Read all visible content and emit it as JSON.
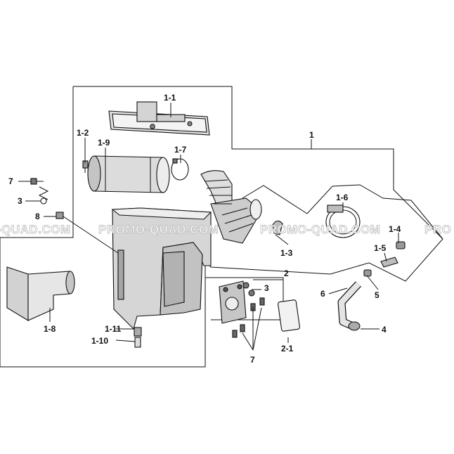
{
  "watermark": {
    "segments": [
      "-QUAD.COM",
      "PROMO-QUAD.COM",
      "PROMO-QUAD.COM",
      "PRO"
    ]
  },
  "labels": {
    "p1": "1",
    "p1_1": "1-1",
    "p1_2": "1-2",
    "p1_3": "1-3",
    "p1_4": "1-4",
    "p1_5": "1-5",
    "p1_6": "1-6",
    "p1_7": "1-7",
    "p1_8": "1-8",
    "p1_9": "1-9",
    "p1_10": "1-10",
    "p1_11": "1-11",
    "p2": "2",
    "p2_1": "2-1",
    "p3a": "3",
    "p3b": "3",
    "p4": "4",
    "p5": "5",
    "p6": "6",
    "p7a": "7",
    "p7b": "7",
    "p8": "8"
  },
  "colors": {
    "line": "#111111",
    "part_fill": "#d8d8d8",
    "part_dark": "#9a9a9a",
    "watermark": "#b9b9b9"
  }
}
